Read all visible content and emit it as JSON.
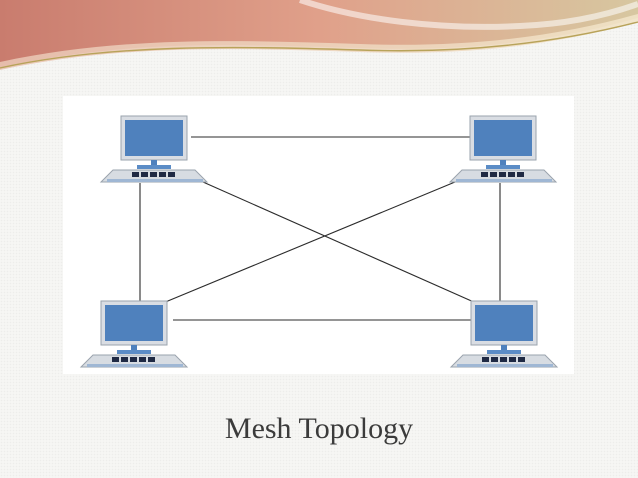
{
  "slide": {
    "title": "Mesh Topology"
  },
  "theme": {
    "header_gradient_left": "#c97c6e",
    "header_gradient_mid": "#e0a08a",
    "header_gradient_right": "#d7c7a0",
    "accent_line": "#b8a35a",
    "screen_blue": "#4f81bd",
    "link_color": "#2b2b2b"
  },
  "diagram": {
    "nodes": [
      {
        "id": "pc-top-left",
        "icon": "desktop-computer-icon"
      },
      {
        "id": "pc-top-right",
        "icon": "desktop-computer-icon"
      },
      {
        "id": "pc-bottom-left",
        "icon": "desktop-computer-icon"
      },
      {
        "id": "pc-bottom-right",
        "icon": "desktop-computer-icon"
      }
    ],
    "links": [
      {
        "from": "pc-top-left",
        "to": "pc-top-right"
      },
      {
        "from": "pc-top-left",
        "to": "pc-bottom-left"
      },
      {
        "from": "pc-top-left",
        "to": "pc-bottom-right"
      },
      {
        "from": "pc-top-right",
        "to": "pc-bottom-left"
      },
      {
        "from": "pc-top-right",
        "to": "pc-bottom-right"
      },
      {
        "from": "pc-bottom-left",
        "to": "pc-bottom-right"
      }
    ]
  }
}
